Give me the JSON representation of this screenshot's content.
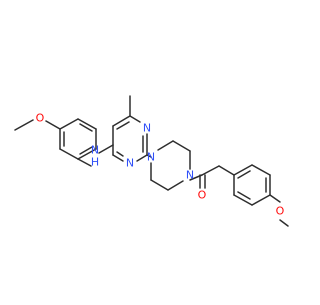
{
  "colors": {
    "background": "#ffffff",
    "bond": "#2e2e2e",
    "nitrogen": "#3050f8",
    "oxygen": "#ff0d0d"
  },
  "atoms": {
    "o_left": "O",
    "n_amine": "N",
    "h_amine": "H",
    "n_pyrimidine_right": "N",
    "n_pyrimidine_left": "N",
    "n_piperazine_top": "N",
    "n_piperazine_bottom": "N",
    "o_carbonyl": "O",
    "o_right": "O"
  }
}
